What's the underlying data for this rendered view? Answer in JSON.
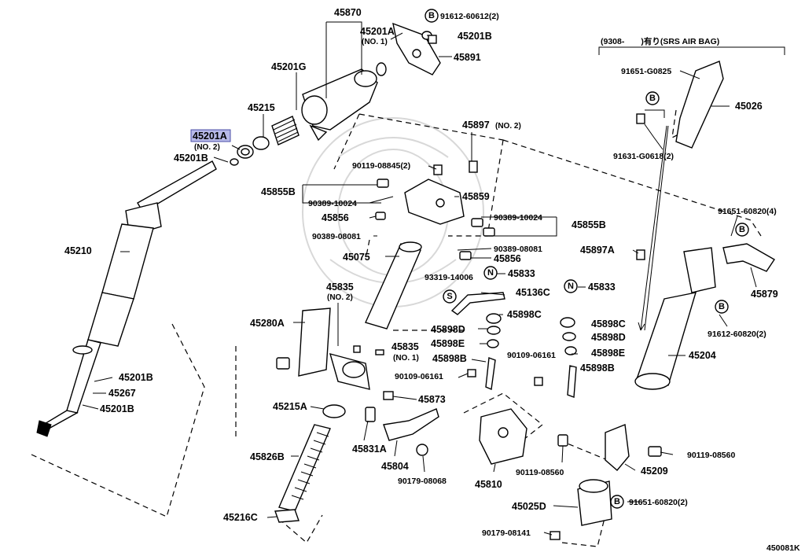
{
  "diagram_id": "450081K",
  "srs_note": "(9308-　　)有り(SRS AIR BAG)",
  "badges": {
    "b": "B",
    "n": "N",
    "s": "S"
  },
  "parts": {
    "p45870": "45870",
    "p45201A_top": "45201A",
    "p45201A_top_sub": "(NO. 1)",
    "p45201A_hl": "45201A",
    "p45201A_hl_sub": "(NO. 2)",
    "p45201G": "45201G",
    "p45215": "45215",
    "p45201B_top": "45201B",
    "p45201B_mid": "45201B",
    "p45201B_low1": "45201B",
    "p45201B_low2": "45201B",
    "p45267": "45267",
    "p45210": "45210",
    "p91612_60612": "91612-60612(2)",
    "p45891": "45891",
    "p45897": "45897",
    "p45897_sub": "(NO. 2)",
    "p90119_08845": "90119-08845(2)",
    "p45855B_left": "45855B",
    "p90389_10024_left": "90389-10024",
    "p45859": "45859",
    "p45856_left": "45856",
    "p90389_10024_right": "90389-10024",
    "p45855B_right": "45855B",
    "p90389_08081_left": "90389-08081",
    "p90389_08081_right": "90389-08081",
    "p45075": "45075",
    "p45856_right": "45856",
    "p93319_14006": "93319-14006",
    "p45833_left": "45833",
    "p45833_right": "45833",
    "p45835_top": "45835",
    "p45835_top_sub": "(NO. 2)",
    "p45136C": "45136C",
    "p45280A": "45280A",
    "p45898C_left": "45898C",
    "p45898C_right": "45898C",
    "p45898D_left": "45898D",
    "p45898D_right": "45898D",
    "p45898E_left": "45898E",
    "p45898E_right": "45898E",
    "p45835_low": "45835",
    "p45835_low_sub": "(NO. 1)",
    "p45898B_left": "45898B",
    "p45898B_right": "45898B",
    "p90109_06161_left": "90109-06161",
    "p90109_06161_right": "90109-06161",
    "p45873": "45873",
    "p45215A": "45215A",
    "p45831A": "45831A",
    "p45804": "45804",
    "p90179_08068": "90179-08068",
    "p45810": "45810",
    "p45826B": "45826B",
    "p45216C": "45216C",
    "p90119_08560_left": "90119-08560",
    "p90119_08560_right": "90119-08560",
    "p45209": "45209",
    "p45025D": "45025D",
    "p91651_60820_2": "91651-60820(2)",
    "p90179_08141": "90179-08141",
    "p91651_G0825": "91651-G0825",
    "p45026": "45026",
    "p91631_G0618": "91631-G0618(2)",
    "p91651_60820_4": "91651-60820(4)",
    "p45897A": "45897A",
    "p45879": "45879",
    "p91612_60820": "91612-60820(2)",
    "p45204": "45204"
  }
}
